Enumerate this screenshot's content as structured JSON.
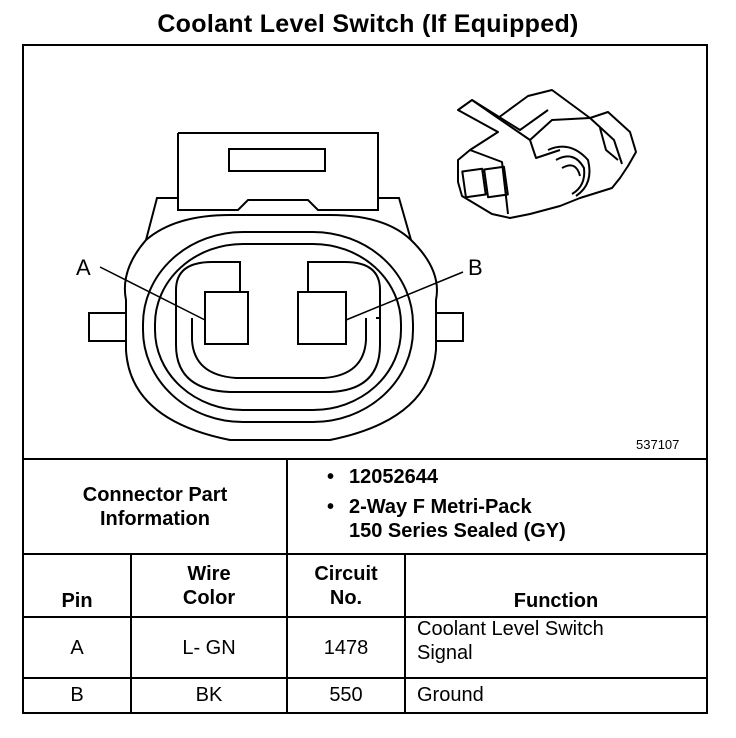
{
  "title": "Coolant Level Switch (If Equipped)",
  "figure_id": "537107",
  "pin_labels": {
    "a": "A",
    "b": "B"
  },
  "connector_info": {
    "label_line1": "Connector Part",
    "label_line2": "Information",
    "bullets": [
      {
        "lines": [
          "12052644"
        ]
      },
      {
        "lines": [
          "2-Way F Metri-Pack",
          "150 Series Sealed (GY)"
        ]
      }
    ]
  },
  "table": {
    "headers": {
      "pin": "Pin",
      "wire_color_1": "Wire",
      "wire_color_2": "Color",
      "circuit_1": "Circuit",
      "circuit_2": "No.",
      "function": "Function"
    },
    "rows": [
      {
        "pin": "A",
        "wire_color": "L- GN",
        "circuit": "1478",
        "function_1": "Coolant Level Switch",
        "function_2": "Signal"
      },
      {
        "pin": "B",
        "wire_color": "BK",
        "circuit": "550",
        "function_1": "Ground",
        "function_2": ""
      }
    ]
  }
}
